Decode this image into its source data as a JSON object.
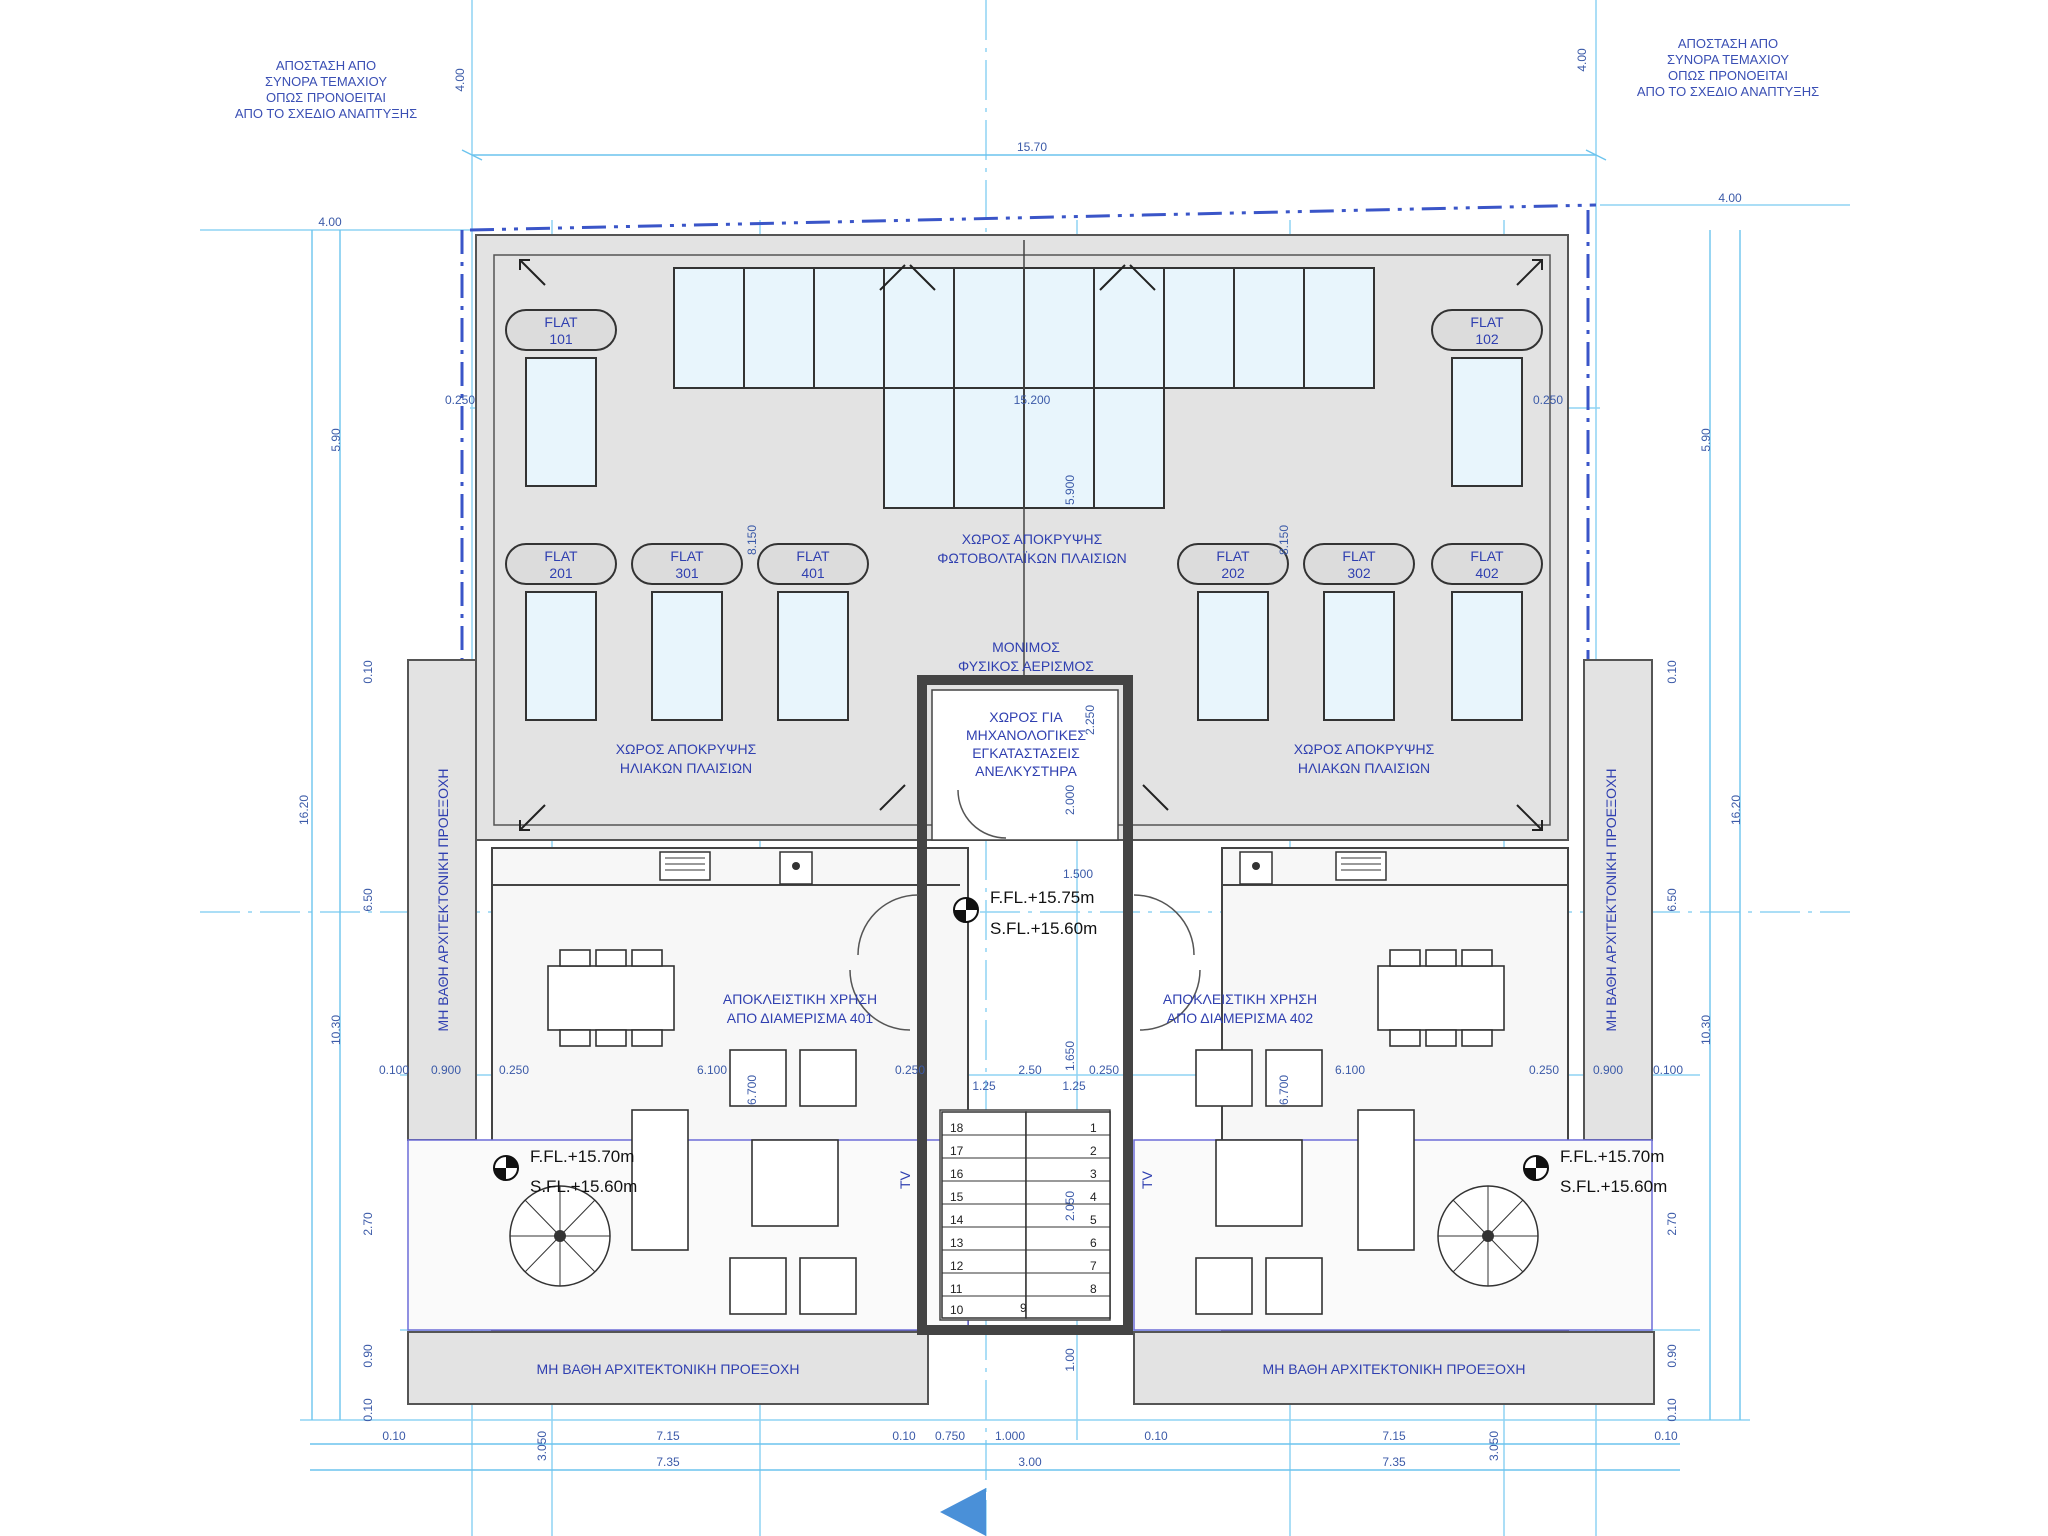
{
  "notes": {
    "setback_left": [
      "ΑΠΟΣΤΑΣΗ ΑΠΟ",
      "ΣΥΝΟΡΑ ΤΕΜΑΧΙΟΥ",
      "ΟΠΩΣ ΠΡΟΝΟΕΙΤΑΙ",
      "ΑΠΟ ΤΟ ΣΧΕΔΙΟ ΑΝΑΠΤΥΞΗΣ"
    ],
    "setback_right": [
      "ΑΠΟΣΤΑΣΗ ΑΠΟ",
      "ΣΥΝΟΡΑ ΤΕΜΑΧΙΟΥ",
      "ΟΠΩΣ ΠΡΟΝΟΕΙΤΑΙ",
      "ΑΠΟ ΤΟ ΣΧΕΔΙΟ ΑΝΑΠΤΥΞΗΣ"
    ]
  },
  "rooms": {
    "pv_area": [
      "ΧΩΡΟΣ ΑΠΟΚΡΥΨΗΣ",
      "ΦΩΤΟΒΟΛΤΑΪΚΩΝ ΠΛΑΙΣΙΩΝ"
    ],
    "solar_left": [
      "ΧΩΡΟΣ ΑΠΟΚΡΥΨΗΣ",
      "ΗΛΙΑΚΩΝ ΠΛΑΙΣΙΩΝ"
    ],
    "solar_right": [
      "ΧΩΡΟΣ ΑΠΟΚΡΥΨΗΣ",
      "ΗΛΙΑΚΩΝ ΠΛΑΙΣΙΩΝ"
    ],
    "ventilation": [
      "ΜΟΝΙΜΟΣ",
      "ΦΥΣΙΚΟΣ ΑΕΡΙΣΜΟΣ"
    ],
    "mech_room": [
      "ΧΩΡΟΣ ΓΙΑ",
      "ΜΗΧΑΝΟΛΟΓΙΚΕΣ",
      "ΕΓΚΑΤΑΣΤΑΣΕΙΣ",
      "ΑΝΕΛΚΥΣΤΗΡΑ"
    ],
    "excl_401": [
      "ΑΠΟΚΛΕΙΣΤΙΚΗ ΧΡΗΣΗ",
      "ΑΠΟ ΔΙΑΜΕΡΙΣΜΑ 401"
    ],
    "excl_402": [
      "ΑΠΟΚΛΕΙΣΤΙΚΗ ΧΡΗΣΗ",
      "ΑΠΟ ΔΙΑΜΕΡΙΣΜΑ 402"
    ],
    "projection": "ΜΗ ΒΑΘΗ ΑΡΧΙΤΕΚΤΟΝΙΚΗ ΠΡΟΕΞΟΧΗ",
    "tv": "TV"
  },
  "flats": [
    {
      "line1": "FLAT",
      "line2": "101"
    },
    {
      "line1": "FLAT",
      "line2": "102"
    },
    {
      "line1": "FLAT",
      "line2": "201"
    },
    {
      "line1": "FLAT",
      "line2": "301"
    },
    {
      "line1": "FLAT",
      "line2": "401"
    },
    {
      "line1": "FLAT",
      "line2": "202"
    },
    {
      "line1": "FLAT",
      "line2": "302"
    },
    {
      "line1": "FLAT",
      "line2": "402"
    }
  ],
  "levels": {
    "stair_ffl": "F.FL.+15.75m",
    "stair_sfl": "S.FL.+15.60m",
    "left_ffl": "F.FL.+15.70m",
    "left_sfl": "S.FL.+15.60m",
    "right_ffl": "F.FL.+15.70m",
    "right_sfl": "S.FL.+15.60m"
  },
  "stairs": {
    "left": [
      "18",
      "17",
      "16",
      "15",
      "14",
      "13",
      "12",
      "11",
      "10"
    ],
    "right": [
      "1",
      "2",
      "3",
      "4",
      "5",
      "6",
      "7",
      "8"
    ],
    "landing": "9"
  },
  "dims": {
    "top_width": "15.70",
    "inner_width": "15.200",
    "setback_4": "4.00",
    "d_025": "0.250",
    "d_010": "0.100",
    "d_0900": "0.900",
    "d_6100": "6.100",
    "d_125": "1.25",
    "d_250": "2.50",
    "d_6700": "6.700",
    "d_8150": "8.150",
    "d_5900": "5.900",
    "d_1500": "1.500",
    "d_2000": "2.000",
    "d_1650": "1.650",
    "d_2050": "2.050",
    "d_2250": "2.250",
    "d_100": "1.00",
    "v_590": "5.90",
    "v_650": "6.50",
    "v_1620": "16.20",
    "v_1030": "10.30",
    "v_270": "2.70",
    "v_090": "0.90",
    "v_010": "0.10",
    "b_010": "0.10",
    "b_715": "7.15",
    "b_0750": "0.750",
    "b_1000": "1.000",
    "b_3050": "3.050",
    "b_735": "7.35",
    "b_300": "3.00"
  }
}
